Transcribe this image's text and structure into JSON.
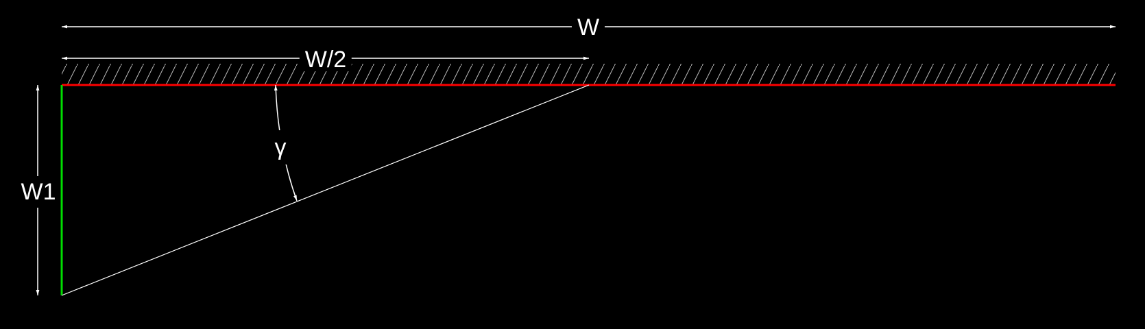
{
  "labels": {
    "total_width": "W",
    "half_width": "W/2",
    "height": "W1",
    "angle": "γ"
  },
  "colors": {
    "background": "#000000",
    "top_edge": "#ff0000",
    "left_edge": "#00dd00",
    "lines": "#ffffff"
  }
}
